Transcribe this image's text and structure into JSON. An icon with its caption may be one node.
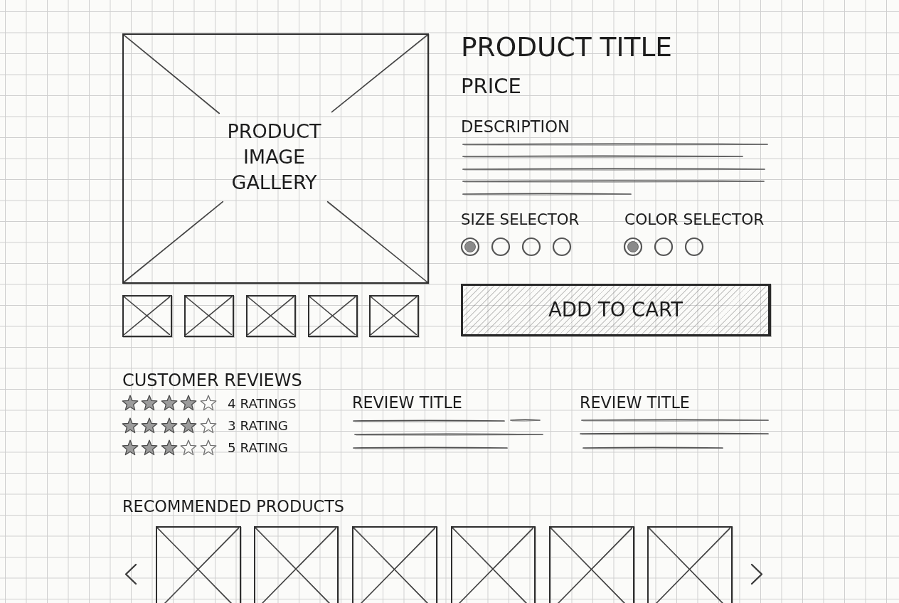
{
  "diagram": {
    "nodes": [
      {
        "text": [
          "PRODUCT IMAGE GALLERY"
        ]
      },
      {
        "text": [],
        "shape": "box"
      },
      {
        "text": [],
        "shape": "box"
      },
      {
        "text": [],
        "shape": "box"
      },
      {
        "text": [],
        "shape": "box"
      },
      {
        "text": [],
        "shape": "box"
      },
      {
        "text": [
          "ADD TO CART"
        ]
      },
      {
        "text": [],
        "shape": "box"
      },
      {
        "text": [],
        "shape": "box"
      },
      {
        "text": [],
        "shape": "box"
      },
      {
        "text": [],
        "shape": "box"
      },
      {
        "text": [],
        "shape": "box"
      },
      {
        "text": [],
        "shape": "box"
      }
    ],
    "labels": [
      "PRODUCT TITLE",
      "PRICE",
      "DESCRIPTION",
      "SIZE SELECTOR",
      "COLOR SELECTOR",
      "CUSTOMER REVIEWS",
      "4 RATINGS",
      "3 RATING",
      "5 RATING",
      "REVIEW TITLE",
      "REVIEW TITLE",
      "RECOMMENDED PRODUCTS"
    ]
  }
}
